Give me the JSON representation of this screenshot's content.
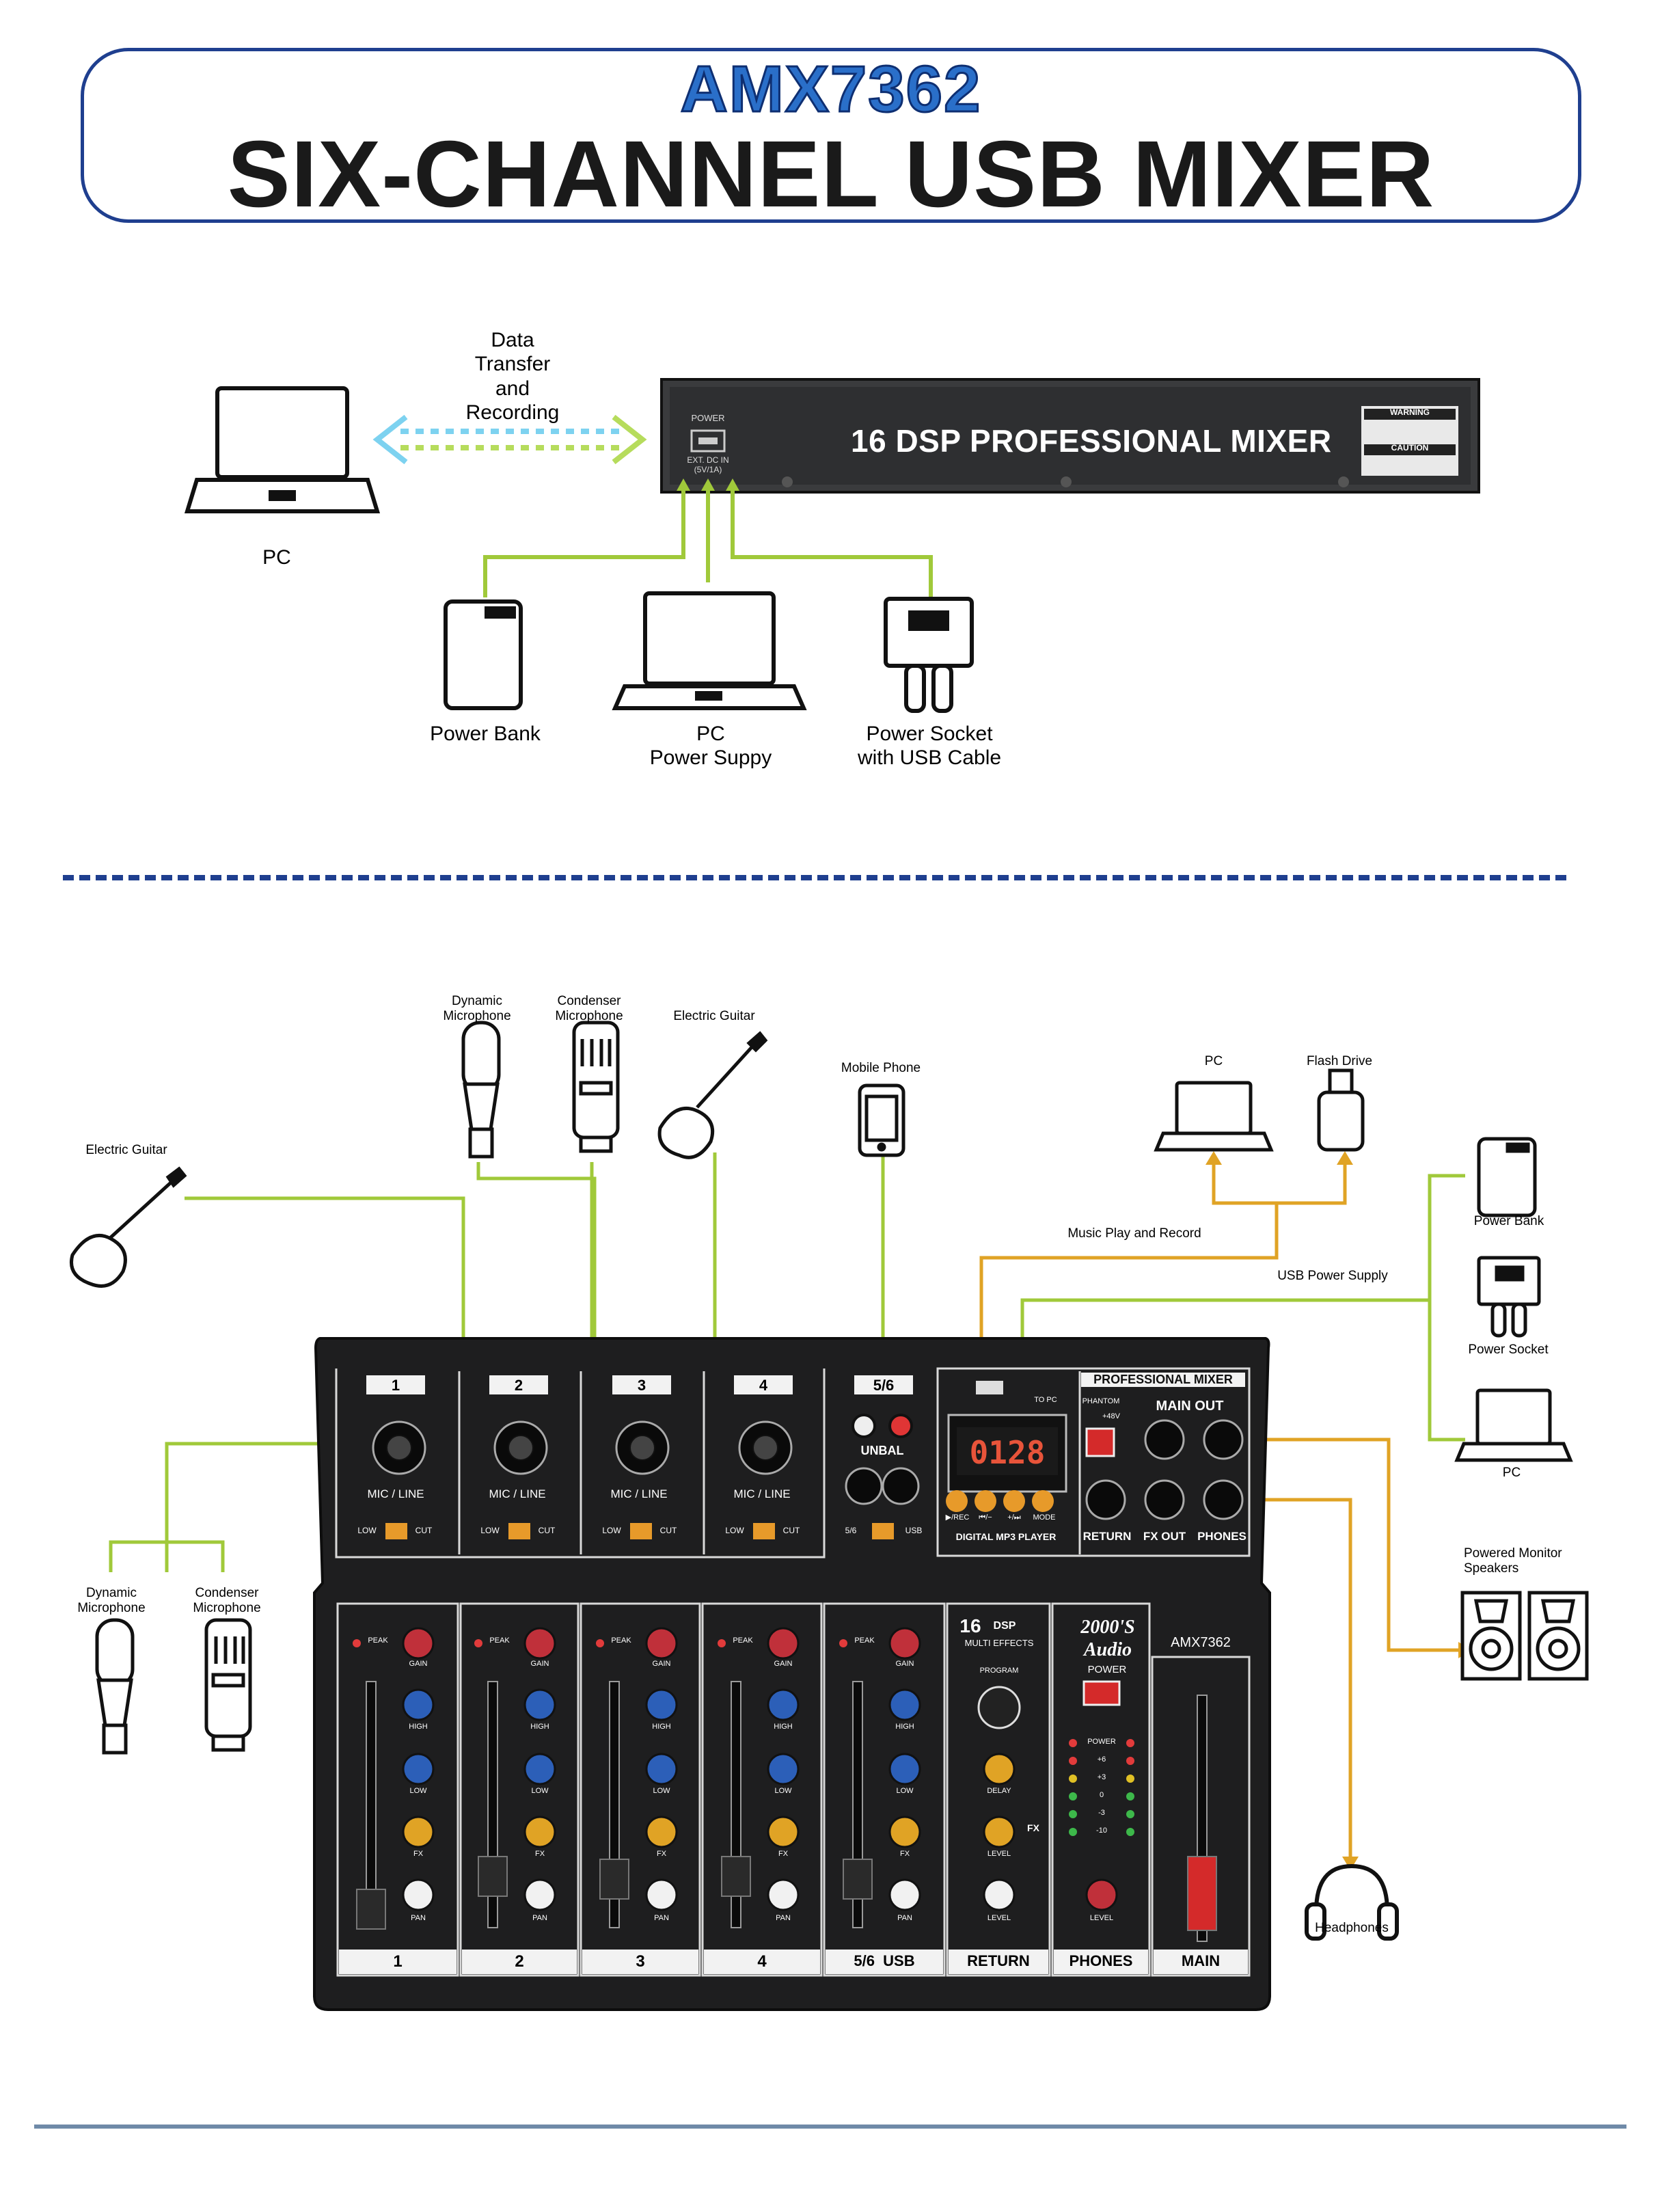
{
  "header": {
    "model": "AMX7362",
    "title": "SIX-CHANNEL USB MIXER"
  },
  "top_diagram": {
    "data_link_label": "Data\nTransfer\nand\nRecording",
    "pc_label": "PC",
    "rear_panel": {
      "title": "16 DSP PROFESSIONAL MIXER",
      "power_label": "POWER",
      "dc_label": "EXT. DC IN\n(5V/1A)",
      "warning_label": "WARNING",
      "caution_label": "CAUTION"
    },
    "sources": [
      {
        "label": "Power Bank"
      },
      {
        "label": "PC\nPower Suppy"
      },
      {
        "label": "Power Socket\nwith USB Cable"
      }
    ]
  },
  "bottom_diagram": {
    "devices": {
      "electric_guitar_left": "Electric  Guitar",
      "dynamic_mic_top": "Dynamic\nMicrophone",
      "condenser_mic_top": "Condenser\nMicrophone",
      "electric_guitar_top": "Electric  Guitar",
      "mobile_phone": "Mobile Phone",
      "pc_top": "PC",
      "flash_drive": "Flash Drive",
      "power_bank": "Power Bank",
      "power_socket": "Power Socket",
      "pc_right": "PC",
      "dynamic_mic_left": "Dynamic\nMicrophone",
      "condenser_mic_left": "Condenser\nMicrophone",
      "monitor_speakers": "Powered Monitor\nSpeakers",
      "headphones": "Headphones"
    },
    "links": {
      "music_play_record": "Music Play and Record",
      "usb_power_supply": "USB Power Supply"
    },
    "mixer": {
      "input_channels": [
        "1",
        "2",
        "3",
        "4"
      ],
      "stereo_channel": "5/6",
      "mic_line": "MIC / LINE",
      "low_cut_low": "LOW",
      "low_cut_cut": "CUT",
      "unbal": "UNBAL",
      "usb_switch_left": "5/6",
      "usb_switch_right": "USB",
      "usb_to_pc": "TO PC",
      "player_display": "0128",
      "player_buttons": [
        "▶/REC",
        "⏮/−",
        "+/⏭",
        "MODE"
      ],
      "player_title": "DIGITAL MP3 PLAYER",
      "professional_mixer": "PROFESSIONAL MIXER",
      "phantom": "PHANTOM",
      "phantom_48v": "+48V",
      "main_out": "MAIN OUT",
      "out_labels": [
        "RETURN",
        "FX OUT",
        "PHONES"
      ],
      "peak": "PEAK",
      "gain": "GAIN",
      "knob_labels": [
        "HIGH",
        "LOW",
        "FX",
        "PAN"
      ],
      "strip_labels": [
        "1",
        "2",
        "3",
        "4",
        "5/6  USB"
      ],
      "fx_section": {
        "title_big": "16",
        "title_small": "DSP",
        "subtitle": "MULTI EFFECTS",
        "program": "PROGRAM",
        "delay": "DELAY",
        "level": "LEVEL",
        "fx": "FX"
      },
      "brand": "2000'S Audio",
      "model": "AMX7362",
      "power": "POWER",
      "meter_labels": [
        "POWER",
        "+6",
        "+3",
        "0",
        "-3",
        "-10"
      ],
      "bottom_labels": [
        "RETURN",
        "PHONES",
        "MAIN"
      ]
    }
  },
  "colors": {
    "title_blue": "#2a6fc9",
    "frame_blue": "#1f3f8f",
    "green_wire": "#a0c93a",
    "orange_wire": "#e0a325",
    "data_cyan": "#7dd2f0"
  }
}
